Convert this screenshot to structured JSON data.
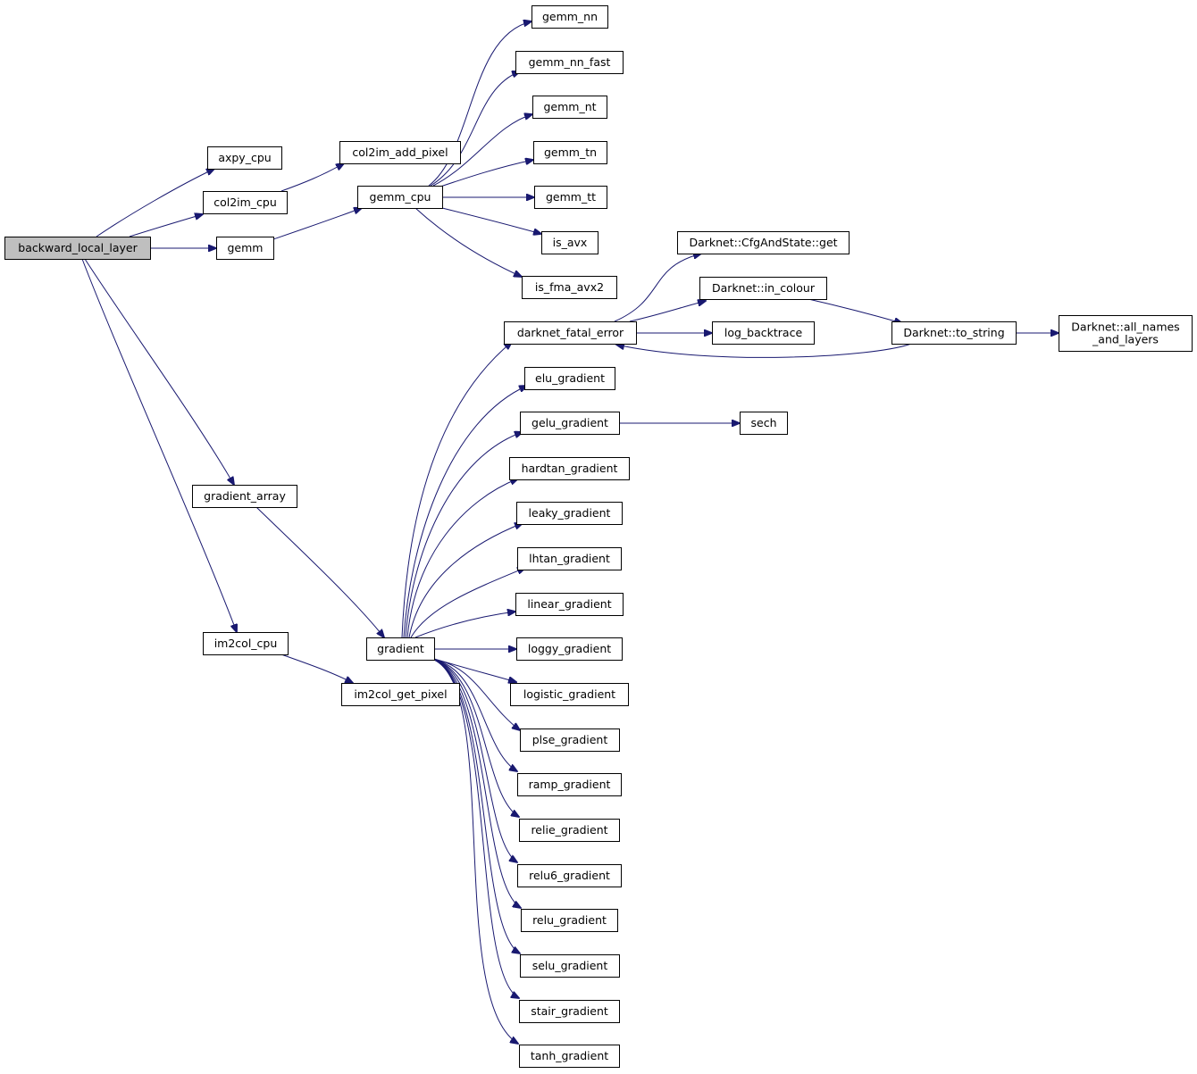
{
  "graph": {
    "root": "backward_local_layer",
    "nodes": [
      {
        "id": "backward_local_layer",
        "lines": [
          "backward_local_layer"
        ],
        "root": true
      },
      {
        "id": "axpy_cpu",
        "lines": [
          "axpy_cpu"
        ]
      },
      {
        "id": "col2im_cpu",
        "lines": [
          "col2im_cpu"
        ]
      },
      {
        "id": "gemm",
        "lines": [
          "gemm"
        ]
      },
      {
        "id": "gradient_array",
        "lines": [
          "gradient_array"
        ]
      },
      {
        "id": "im2col_cpu",
        "lines": [
          "im2col_cpu"
        ]
      },
      {
        "id": "col2im_add_pixel",
        "lines": [
          "col2im_add_pixel"
        ]
      },
      {
        "id": "gemm_cpu",
        "lines": [
          "gemm_cpu"
        ]
      },
      {
        "id": "gradient",
        "lines": [
          "gradient"
        ]
      },
      {
        "id": "im2col_get_pixel",
        "lines": [
          "im2col_get_pixel"
        ]
      },
      {
        "id": "gemm_nn",
        "lines": [
          "gemm_nn"
        ]
      },
      {
        "id": "gemm_nn_fast",
        "lines": [
          "gemm_nn_fast"
        ]
      },
      {
        "id": "gemm_nt",
        "lines": [
          "gemm_nt"
        ]
      },
      {
        "id": "gemm_tn",
        "lines": [
          "gemm_tn"
        ]
      },
      {
        "id": "gemm_tt",
        "lines": [
          "gemm_tt"
        ]
      },
      {
        "id": "is_avx",
        "lines": [
          "is_avx"
        ]
      },
      {
        "id": "is_fma_avx2",
        "lines": [
          "is_fma_avx2"
        ]
      },
      {
        "id": "darknet_fatal_error",
        "lines": [
          "darknet_fatal_error"
        ]
      },
      {
        "id": "elu_gradient",
        "lines": [
          "elu_gradient"
        ]
      },
      {
        "id": "gelu_gradient",
        "lines": [
          "gelu_gradient"
        ]
      },
      {
        "id": "hardtan_gradient",
        "lines": [
          "hardtan_gradient"
        ]
      },
      {
        "id": "leaky_gradient",
        "lines": [
          "leaky_gradient"
        ]
      },
      {
        "id": "lhtan_gradient",
        "lines": [
          "lhtan_gradient"
        ]
      },
      {
        "id": "linear_gradient",
        "lines": [
          "linear_gradient"
        ]
      },
      {
        "id": "loggy_gradient",
        "lines": [
          "loggy_gradient"
        ]
      },
      {
        "id": "logistic_gradient",
        "lines": [
          "logistic_gradient"
        ]
      },
      {
        "id": "plse_gradient",
        "lines": [
          "plse_gradient"
        ]
      },
      {
        "id": "ramp_gradient",
        "lines": [
          "ramp_gradient"
        ]
      },
      {
        "id": "relie_gradient",
        "lines": [
          "relie_gradient"
        ]
      },
      {
        "id": "relu6_gradient",
        "lines": [
          "relu6_gradient"
        ]
      },
      {
        "id": "relu_gradient",
        "lines": [
          "relu_gradient"
        ]
      },
      {
        "id": "selu_gradient",
        "lines": [
          "selu_gradient"
        ]
      },
      {
        "id": "stair_gradient",
        "lines": [
          "stair_gradient"
        ]
      },
      {
        "id": "tanh_gradient",
        "lines": [
          "tanh_gradient"
        ]
      },
      {
        "id": "cfgandstate_get",
        "lines": [
          "Darknet::CfgAndState::get"
        ]
      },
      {
        "id": "in_colour",
        "lines": [
          "Darknet::in_colour"
        ]
      },
      {
        "id": "log_backtrace",
        "lines": [
          "log_backtrace"
        ]
      },
      {
        "id": "sech",
        "lines": [
          "sech"
        ]
      },
      {
        "id": "to_string",
        "lines": [
          "Darknet::to_string"
        ]
      },
      {
        "id": "all_names_and_layers",
        "lines": [
          "Darknet::all_names",
          "_and_layers"
        ]
      }
    ],
    "edges": [
      {
        "from": "backward_local_layer",
        "to": "axpy_cpu"
      },
      {
        "from": "backward_local_layer",
        "to": "col2im_cpu"
      },
      {
        "from": "backward_local_layer",
        "to": "gemm"
      },
      {
        "from": "backward_local_layer",
        "to": "gradient_array"
      },
      {
        "from": "backward_local_layer",
        "to": "im2col_cpu"
      },
      {
        "from": "col2im_cpu",
        "to": "col2im_add_pixel"
      },
      {
        "from": "gemm",
        "to": "gemm_cpu"
      },
      {
        "from": "gemm_cpu",
        "to": "gemm_nn"
      },
      {
        "from": "gemm_cpu",
        "to": "gemm_nn_fast"
      },
      {
        "from": "gemm_cpu",
        "to": "gemm_nt"
      },
      {
        "from": "gemm_cpu",
        "to": "gemm_tn"
      },
      {
        "from": "gemm_cpu",
        "to": "gemm_tt"
      },
      {
        "from": "gemm_cpu",
        "to": "is_avx"
      },
      {
        "from": "gemm_cpu",
        "to": "is_fma_avx2"
      },
      {
        "from": "gradient_array",
        "to": "gradient"
      },
      {
        "from": "im2col_cpu",
        "to": "im2col_get_pixel"
      },
      {
        "from": "gradient",
        "to": "darknet_fatal_error"
      },
      {
        "from": "gradient",
        "to": "elu_gradient"
      },
      {
        "from": "gradient",
        "to": "gelu_gradient"
      },
      {
        "from": "gradient",
        "to": "hardtan_gradient"
      },
      {
        "from": "gradient",
        "to": "leaky_gradient"
      },
      {
        "from": "gradient",
        "to": "lhtan_gradient"
      },
      {
        "from": "gradient",
        "to": "linear_gradient"
      },
      {
        "from": "gradient",
        "to": "loggy_gradient"
      },
      {
        "from": "gradient",
        "to": "logistic_gradient"
      },
      {
        "from": "gradient",
        "to": "plse_gradient"
      },
      {
        "from": "gradient",
        "to": "ramp_gradient"
      },
      {
        "from": "gradient",
        "to": "relie_gradient"
      },
      {
        "from": "gradient",
        "to": "relu6_gradient"
      },
      {
        "from": "gradient",
        "to": "relu_gradient"
      },
      {
        "from": "gradient",
        "to": "selu_gradient"
      },
      {
        "from": "gradient",
        "to": "stair_gradient"
      },
      {
        "from": "gradient",
        "to": "tanh_gradient"
      },
      {
        "from": "darknet_fatal_error",
        "to": "cfgandstate_get"
      },
      {
        "from": "darknet_fatal_error",
        "to": "in_colour"
      },
      {
        "from": "darknet_fatal_error",
        "to": "log_backtrace"
      },
      {
        "from": "in_colour",
        "to": "to_string"
      },
      {
        "from": "to_string",
        "to": "darknet_fatal_error"
      },
      {
        "from": "to_string",
        "to": "all_names_and_layers"
      },
      {
        "from": "gelu_gradient",
        "to": "sech"
      }
    ]
  },
  "colors": {
    "edge": "#191970",
    "root_fill": "#bfbfbf",
    "node_fill": "#ffffff",
    "node_border": "#000000"
  }
}
